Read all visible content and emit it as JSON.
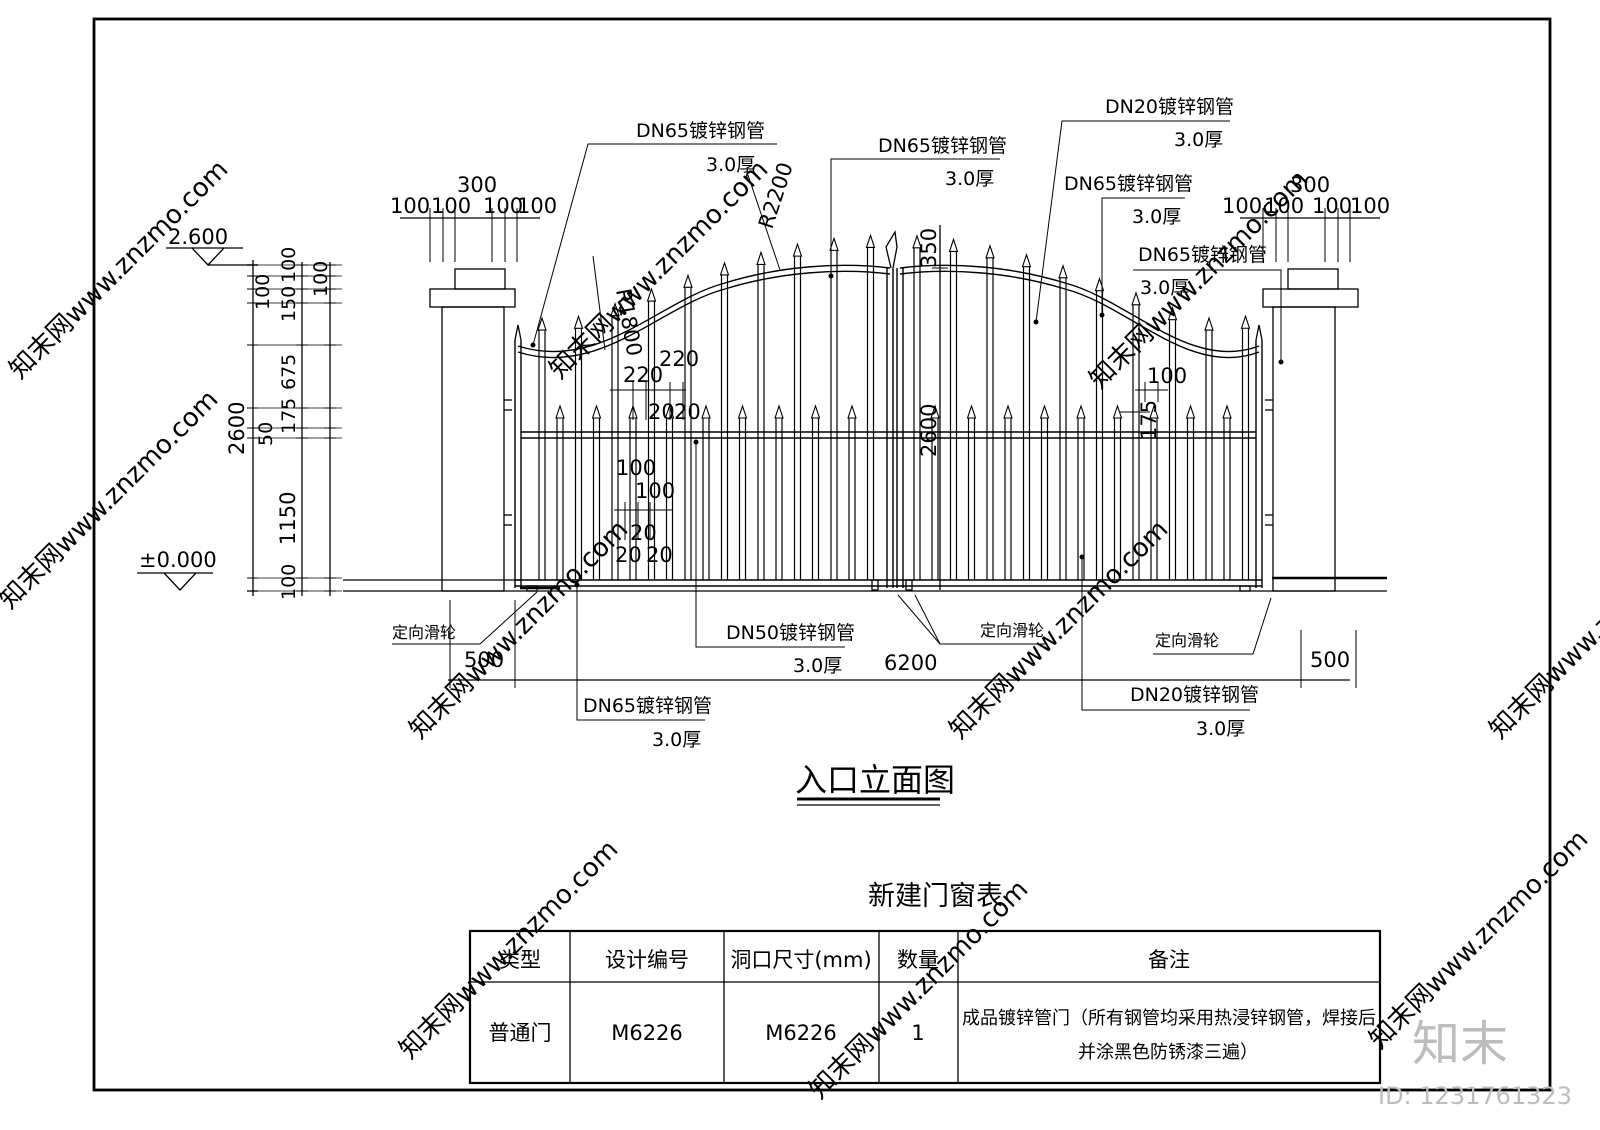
{
  "drawing": {
    "title": "入口立面图",
    "levels": {
      "top": "2.600",
      "ground": "±0.000"
    },
    "dims_top_left": {
      "total": "300",
      "parts": [
        "100",
        "100",
        "100",
        "100"
      ]
    },
    "dims_top_right": {
      "total": "300",
      "parts": [
        "100",
        "100",
        "100",
        "100"
      ]
    },
    "dims_left_vertical": {
      "total": "2600",
      "parts": [
        "100",
        "100",
        "150",
        "675",
        "175",
        "50",
        "1150",
        "100"
      ],
      "right_col": "100"
    },
    "dims_bottom": {
      "span": "6200",
      "left_post": "500",
      "right_post": "500"
    },
    "dims_center": {
      "height": "2600",
      "spike": "350"
    },
    "dims_inner": {
      "a220": "220",
      "b220": "220",
      "a20": "20",
      "b20": "20",
      "c100": "100",
      "d100": "100",
      "c20": "20",
      "d20": "20",
      "e20": "20",
      "r100": "100",
      "r175": "175"
    },
    "radii": {
      "r1": "R1800",
      "r2": "R2200"
    },
    "callouts": [
      {
        "pipe": "DN65镀锌钢管",
        "thick": "3.0厚"
      },
      {
        "pipe": "DN65镀锌钢管",
        "thick": "3.0厚"
      },
      {
        "pipe": "DN20镀锌钢管",
        "thick": "3.0厚"
      },
      {
        "pipe": "DN65镀锌钢管",
        "thick": "3.0厚"
      },
      {
        "pipe": "DN65镀锌钢管",
        "thick": "3.0厚"
      },
      {
        "pipe": "DN50镀锌钢管",
        "thick": "3.0厚"
      },
      {
        "pipe": "DN65镀锌钢管",
        "thick": "3.0厚"
      },
      {
        "pipe": "DN20镀锌钢管",
        "thick": "3.0厚"
      }
    ],
    "rollers": [
      "定向滑轮",
      "定向滑轮",
      "定向滑轮"
    ]
  },
  "schedule": {
    "title": "新建门窗表",
    "headers": [
      "类型",
      "设计编号",
      "洞口尺寸(mm)",
      "数量",
      "备注"
    ],
    "row": {
      "type": "普通门",
      "code": "M6226",
      "size": "M6226",
      "qty": "1",
      "note_line1": "成品镀锌管门（所有钢管均采用热浸锌钢管，焊接后",
      "note_line2": "并涂黑色防锈漆三遍）"
    }
  },
  "branding": {
    "logo": "知末",
    "id": "ID: 1231761323",
    "watermark": "知末网www.znzmo.com"
  }
}
